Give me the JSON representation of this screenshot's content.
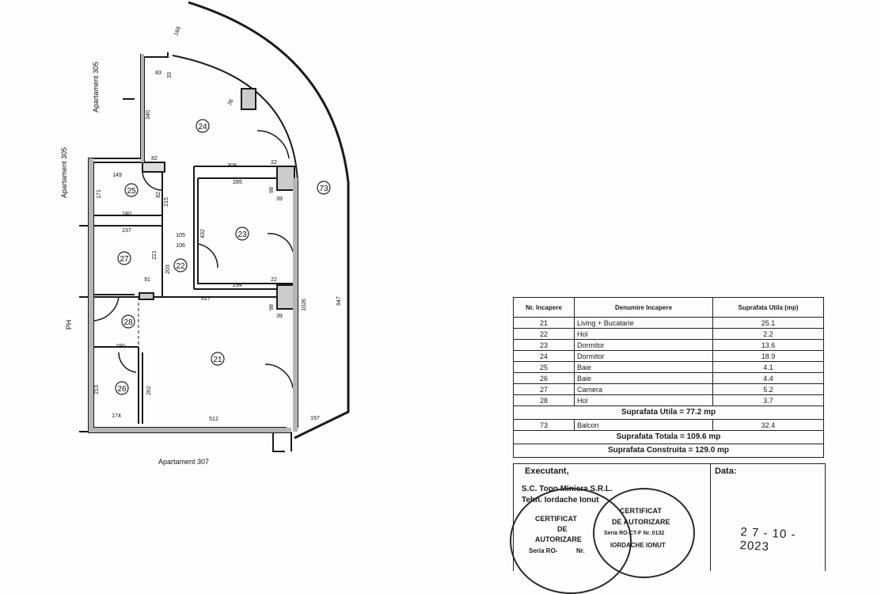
{
  "plan": {
    "neighbors": {
      "top": "Apartament 305",
      "left": "Apartament 305",
      "bottom": "Apartament 307",
      "side": "PH"
    },
    "room_numbers": [
      "21",
      "22",
      "23",
      "24",
      "25",
      "26",
      "27",
      "28",
      "73"
    ],
    "dimensions": [
      "83",
      "33",
      "340",
      "82",
      "149",
      "171",
      "215",
      "240",
      "237",
      "221",
      "91",
      "190",
      "213",
      "174",
      "308",
      "285",
      "432",
      "105",
      "106",
      "294",
      "617",
      "262",
      "512",
      "1026",
      "947",
      "197",
      "168",
      "22",
      "39",
      "22",
      "39",
      "98",
      "98",
      "203",
      "82",
      "36"
    ]
  },
  "table": {
    "headers": {
      "nr": "Nr. Incapere",
      "name": "Denumire Incapere",
      "area": "Suprafata Utila (mp)"
    },
    "rows": [
      {
        "nr": "21",
        "name": "Living + Bucatarie",
        "area": "25.1"
      },
      {
        "nr": "22",
        "name": "Hol",
        "area": "2.2"
      },
      {
        "nr": "23",
        "name": "Dormitor",
        "area": "13.6"
      },
      {
        "nr": "24",
        "name": "Dormitor",
        "area": "18.9"
      },
      {
        "nr": "25",
        "name": "Baie",
        "area": "4.1"
      },
      {
        "nr": "26",
        "name": "Baie",
        "area": "4.4"
      },
      {
        "nr": "27",
        "name": "Camera",
        "area": "5.2"
      },
      {
        "nr": "28",
        "name": "Hol",
        "area": "3.7"
      }
    ],
    "total_util": "Suprafata Utila = 77.2 mp",
    "balcony": {
      "nr": "73",
      "name": "Balcon",
      "area": "32.4"
    },
    "total": "Suprafata Totala = 109.6 mp",
    "total_built": "Suprafata Construita = 129.0 mp"
  },
  "signature": {
    "executant_label": "Executant,",
    "date_label": "Data:",
    "company": "S.C. Topo Miniera S.R.L.",
    "technician": "Tehn. Iordache Ionut",
    "date": "2 7 - 10 - 2023",
    "stamp_text": [
      "CERTIFICAT",
      "DE",
      "AUTORIZARE",
      "Seria RO-",
      "Nr."
    ],
    "stamp2_text": [
      "CERTIFICAT",
      "DE AUTORIZARE",
      "Seria RO-CT-F Nr. 0132",
      "IORDACHE IONUT"
    ]
  }
}
